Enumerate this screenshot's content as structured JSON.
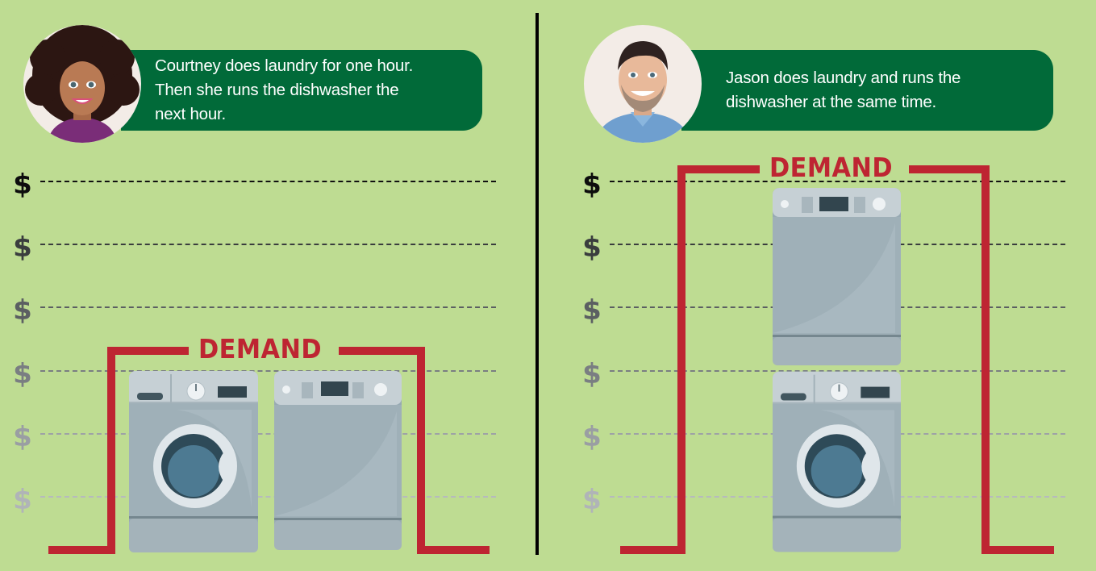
{
  "left_panel": {
    "person": "Courtney",
    "avatar_icon": "woman-avatar-icon",
    "bubble_text": "Courtney does laundry for one hour.\nThen she runs the dishwasher the\nnext hour.",
    "demand_label": "DEMAND",
    "price_levels": [
      "$",
      "$",
      "$",
      "$",
      "$",
      "$"
    ],
    "appliances": [
      "washing-machine-icon",
      "dishwasher-icon"
    ]
  },
  "right_panel": {
    "person": "Jason",
    "avatar_icon": "man-avatar-icon",
    "bubble_text": "Jason does laundry and runs the\ndishwasher at the same time.",
    "demand_label": "DEMAND",
    "price_levels": [
      "$",
      "$",
      "$",
      "$",
      "$",
      "$"
    ],
    "appliances": [
      "dishwasher-icon",
      "washing-machine-icon"
    ]
  },
  "colors": {
    "background": "#bedc92",
    "bubble": "#016a39",
    "demand": "#be2532",
    "divider": "#000000",
    "price_level_shades": [
      "#0d0d0d",
      "#3a3d3e",
      "#5b5f62",
      "#7a7e82",
      "#9a9ea3",
      "#b0b4b8"
    ]
  }
}
